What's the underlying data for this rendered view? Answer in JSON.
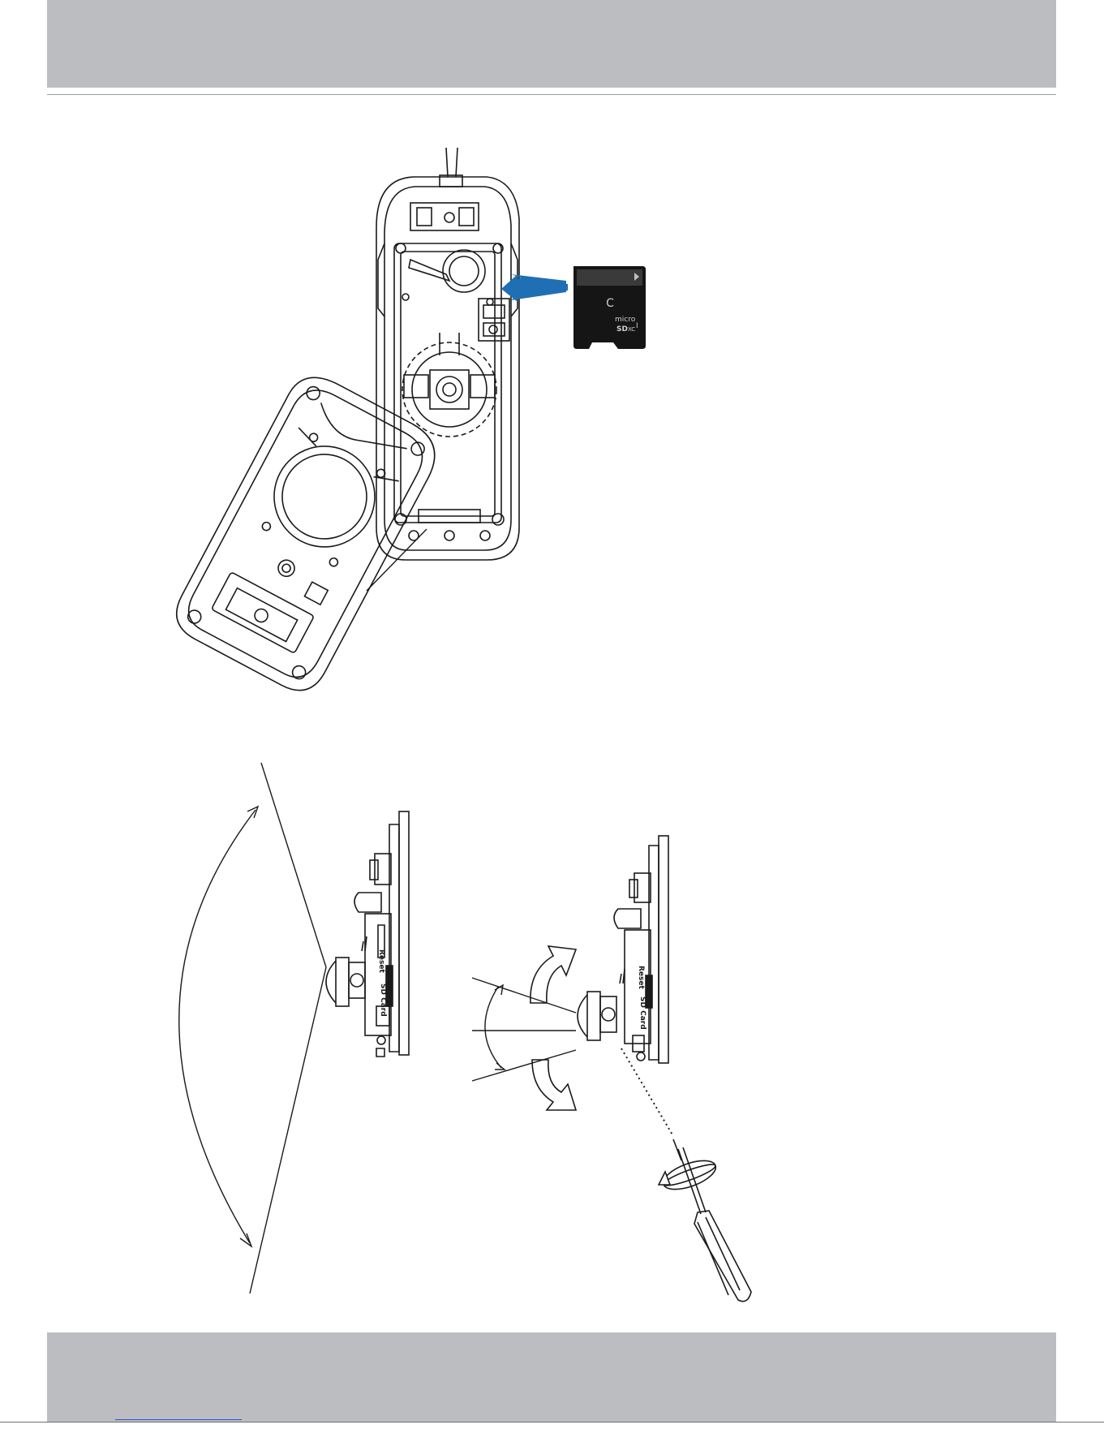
{
  "page": {
    "header_text": "",
    "footer_text": ""
  },
  "microsd_card": {
    "brand_letter": "C",
    "text_micro": "micro",
    "text_sd": "SD",
    "text_xc": "XC",
    "text_class": "I"
  },
  "board_labels": {
    "reset": "Reset",
    "sd_card": "SD Card"
  },
  "colors": {
    "band_gray": "#bcbdc0",
    "arrow_blue": "#1f6fb4",
    "card_black": "#151515",
    "line_black": "#1a1a1a"
  },
  "icons": {
    "insert_arrow": "arrow-left-icon",
    "rotate_up": "curved-arrow-up-icon",
    "rotate_down": "curved-arrow-down-icon",
    "screwdriver": "screwdriver-icon",
    "turn": "rotate-icon"
  }
}
